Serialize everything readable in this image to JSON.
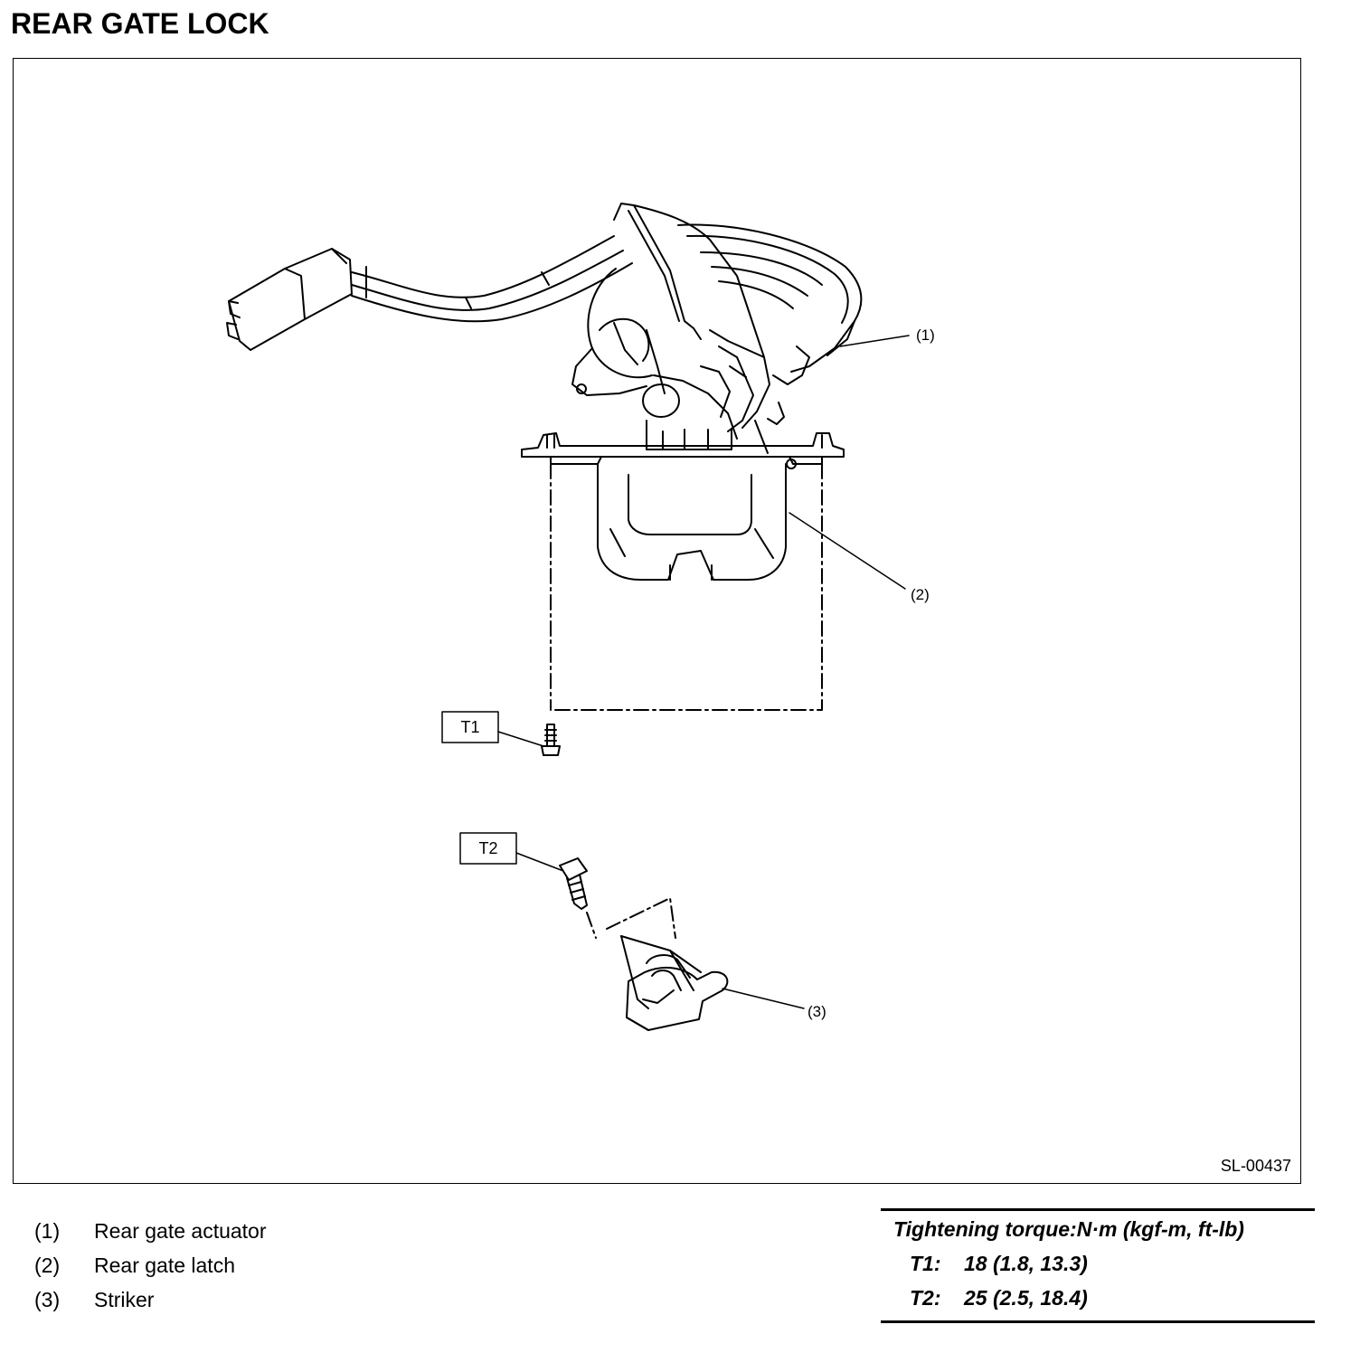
{
  "title": "REAR GATE LOCK",
  "figure": {
    "id": "SL-00437",
    "callouts": [
      "(1)",
      "(2)",
      "(3)"
    ],
    "torque_tags": [
      "T1",
      "T2"
    ]
  },
  "legend": [
    {
      "num": "(1)",
      "label": "Rear gate actuator"
    },
    {
      "num": "(2)",
      "label": "Rear gate latch"
    },
    {
      "num": "(3)",
      "label": "Striker"
    }
  ],
  "torque": {
    "heading": "Tightening torque:N·m (kgf-m, ft-lb)",
    "rows": [
      {
        "key": "T1:",
        "value": "18 (1.8, 13.3)"
      },
      {
        "key": "T2:",
        "value": "25 (2.5, 18.4)"
      }
    ]
  }
}
